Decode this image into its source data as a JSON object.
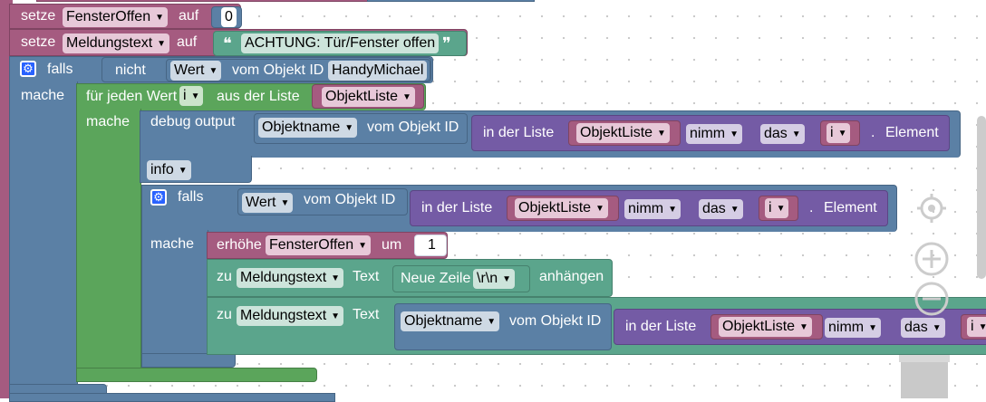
{
  "blocks": {
    "set1": {
      "kw": "setze",
      "var": "FensterOffen",
      "auf": "auf",
      "val": "0"
    },
    "set2": {
      "kw": "setze",
      "var": "Meldungstext",
      "auf": "auf",
      "quote_open": "❝",
      "text": "ACHTUNG: Tür/Fenster offen",
      "quote_close": "❞"
    },
    "if1": {
      "falls": "falls",
      "nicht": "nicht",
      "wert": "Wert",
      "vom": "vom Objekt ID",
      "id": "HandyMichael",
      "mache": "mache"
    },
    "foreach": {
      "prefix": "für jeden Wert",
      "var": "i",
      "mid": "aus der Liste",
      "list": "ObjektListe",
      "mache": "mache"
    },
    "debug": {
      "label": "debug output",
      "objname": "Objektname",
      "vom": "vom Objekt ID",
      "in_list": "in der Liste",
      "list": "ObjektListe",
      "nimm": "nimm",
      "das": "das",
      "i": "i",
      "dot": ".",
      "element": "Element",
      "level": "info"
    },
    "if2": {
      "falls": "falls",
      "wert": "Wert",
      "vom": "vom Objekt ID",
      "in_list": "in der Liste",
      "list": "ObjektListe",
      "nimm": "nimm",
      "das": "das",
      "i": "i",
      "dot": ".",
      "element": "Element",
      "mache": "mache"
    },
    "inc": {
      "kw": "erhöhe",
      "var": "FensterOffen",
      "um": "um",
      "val": "1"
    },
    "append1": {
      "zu": "zu",
      "var": "Meldungstext",
      "text": "Text",
      "newline": "Neue Zeile",
      "nl_val": "\\r\\n",
      "append": "anhängen"
    },
    "append2": {
      "zu": "zu",
      "var": "Meldungstext",
      "text": "Text",
      "objname": "Objektname",
      "vom": "vom Objekt ID",
      "in_list": "in der Liste",
      "list": "ObjektListe",
      "nimm": "nimm",
      "das": "das",
      "i": "i"
    }
  },
  "icons": {
    "gear": "gear-icon",
    "target": "target-icon",
    "zoom_in": "zoom-in-icon",
    "zoom_out": "zoom-out-icon",
    "trash": "trash-icon"
  },
  "colors": {
    "variable": "#a55b80",
    "control": "#5ba55b",
    "io": "#5b80a5",
    "list": "#745ba5",
    "text": "#5ba58c"
  }
}
